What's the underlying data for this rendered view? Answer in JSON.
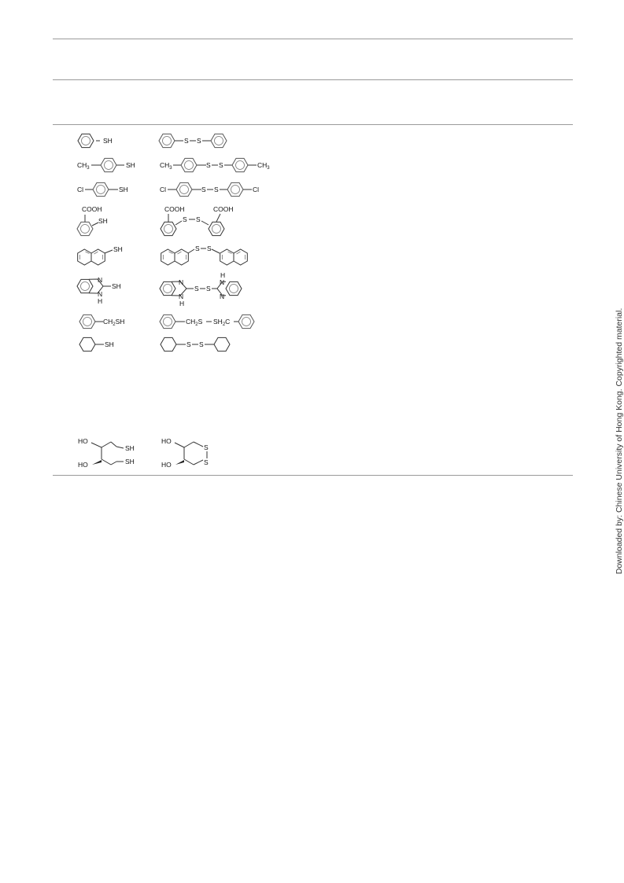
{
  "rows": [
    {
      "thiol": {
        "pre": "",
        "group": "SH"
      },
      "disulfide": {
        "left": "",
        "right": "",
        "bridge": "S–S"
      }
    },
    {
      "thiol": {
        "pre": "CH3",
        "group": "SH"
      },
      "disulfide": {
        "left": "CH3",
        "right": "CH3",
        "bridge": "S–S"
      }
    },
    {
      "thiol": {
        "pre": "Cl",
        "group": "SH"
      },
      "disulfide": {
        "left": "Cl",
        "right": "Cl",
        "bridge": "S–S"
      }
    },
    {
      "thiol": {
        "pre": "COOH",
        "group": "SH"
      },
      "disulfide": {
        "left": "COOH",
        "right": "COOH",
        "bridge": "S–S"
      }
    },
    {
      "thiol": {
        "pre": "",
        "group": "SH"
      },
      "disulfide": {
        "left": "",
        "right": "",
        "bridge": "S–S"
      }
    },
    {
      "thiol": {
        "pre": "NH",
        "group": "SH"
      },
      "disulfide": {
        "left": "NH",
        "right": "NH",
        "bridge": "S–S"
      }
    },
    {
      "thiol": {
        "pre": "",
        "group": "CH2SH"
      },
      "disulfide": {
        "left": "CH2S",
        "right": "SH2C",
        "bridge": "–"
      }
    },
    {
      "thiol": {
        "pre": "",
        "group": "SH"
      },
      "disulfide": {
        "left": "",
        "right": "",
        "bridge": "S–S"
      }
    },
    {
      "thiol": {
        "pre": "HO / HO",
        "group": "SH / SH"
      },
      "disulfide": {
        "left": "HO / HO",
        "right": "",
        "bridge": "S–S"
      }
    }
  ],
  "labels": {
    "sh": "SH",
    "s": "S",
    "ch3": "CH",
    "sub3": "3",
    "cl": "Cl",
    "cooh": "COOH",
    "n": "N",
    "h": "H",
    "ch2sh_a": "CH",
    "ch2sh_b": "SH",
    "sub2": "2",
    "ch2s_a": "CH",
    "ch2s_b": "S",
    "sh2c_a": "SH",
    "sh2c_b": "C",
    "ho": "HO"
  },
  "watermark": "Downloaded by: Chinese University of Hong Kong. Copyrighted material."
}
